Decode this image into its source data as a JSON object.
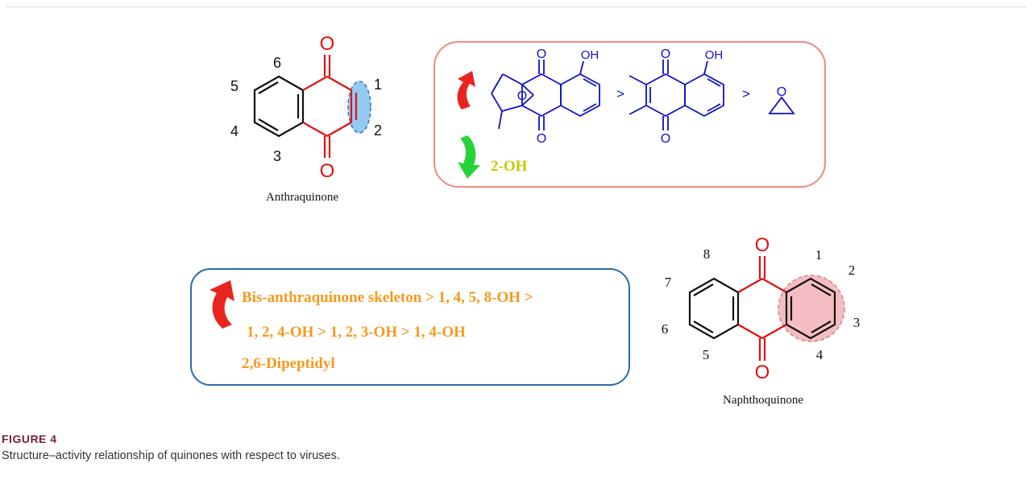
{
  "figure": {
    "caption_title": "FIGURE 4",
    "caption_text": "Structure–activity relationship of quinones with respect to viruses."
  },
  "anthraquinone_panel": {
    "name": "Anthraquinone",
    "position_labels": [
      "1",
      "2",
      "3",
      "4",
      "5",
      "6"
    ],
    "oxygen_label": "O",
    "highlight_color": "#8fc8f0"
  },
  "naphthoquinone_panel": {
    "name": "Naphthoquinone",
    "position_labels": [
      "1",
      "2",
      "3",
      "4",
      "5",
      "6",
      "7",
      "8"
    ],
    "oxygen_label": "O",
    "highlight_color": "#f4b6bd"
  },
  "top_box": {
    "border_color": "#f08a7a",
    "increase_structures": [
      "furan-fused hydroxy naphthoquinone",
      "2,3-dimethyl hydroxy naphthoquinone",
      "epoxide"
    ],
    "hydroxyl_label": "OH",
    "oxygen_label": "O",
    "comparator": ">",
    "decrease_label": "2-OH",
    "decrease_color": "#c8c800"
  },
  "bottom_box": {
    "border_color": "#2e6aa8",
    "text_color": "#f59a1e",
    "lines": [
      "Bis-anthraquinone skeleton > 1, 4, 5, 8-OH >",
      "1, 2, 4-OH > 1, 2, 3-OH > 1, 4-OH",
      "2,6-Dipeptidyl"
    ]
  },
  "colors": {
    "increase_arrow": "#e8241c",
    "decrease_arrow": "#28d23a",
    "quinone_bond": "#e01010",
    "structure_blue": "#1010c8"
  }
}
